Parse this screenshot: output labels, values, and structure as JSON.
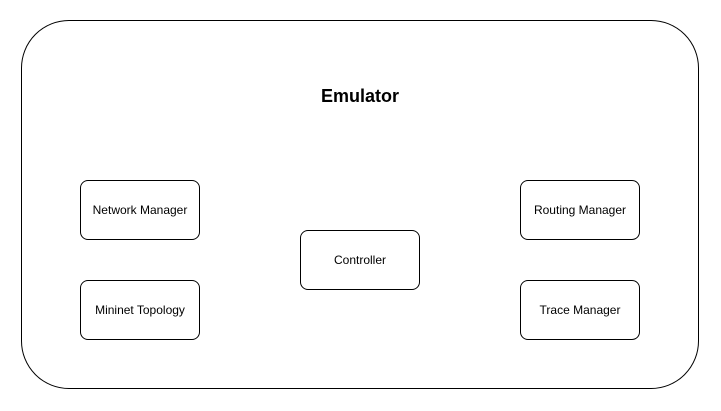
{
  "diagram": {
    "title": "Emulator",
    "nodes": {
      "network_manager": "Network Manager",
      "mininet_topology": "Mininet Topology",
      "controller": "Controller",
      "routing_manager": "Routing Manager",
      "trace_manager": "Trace Manager"
    }
  }
}
